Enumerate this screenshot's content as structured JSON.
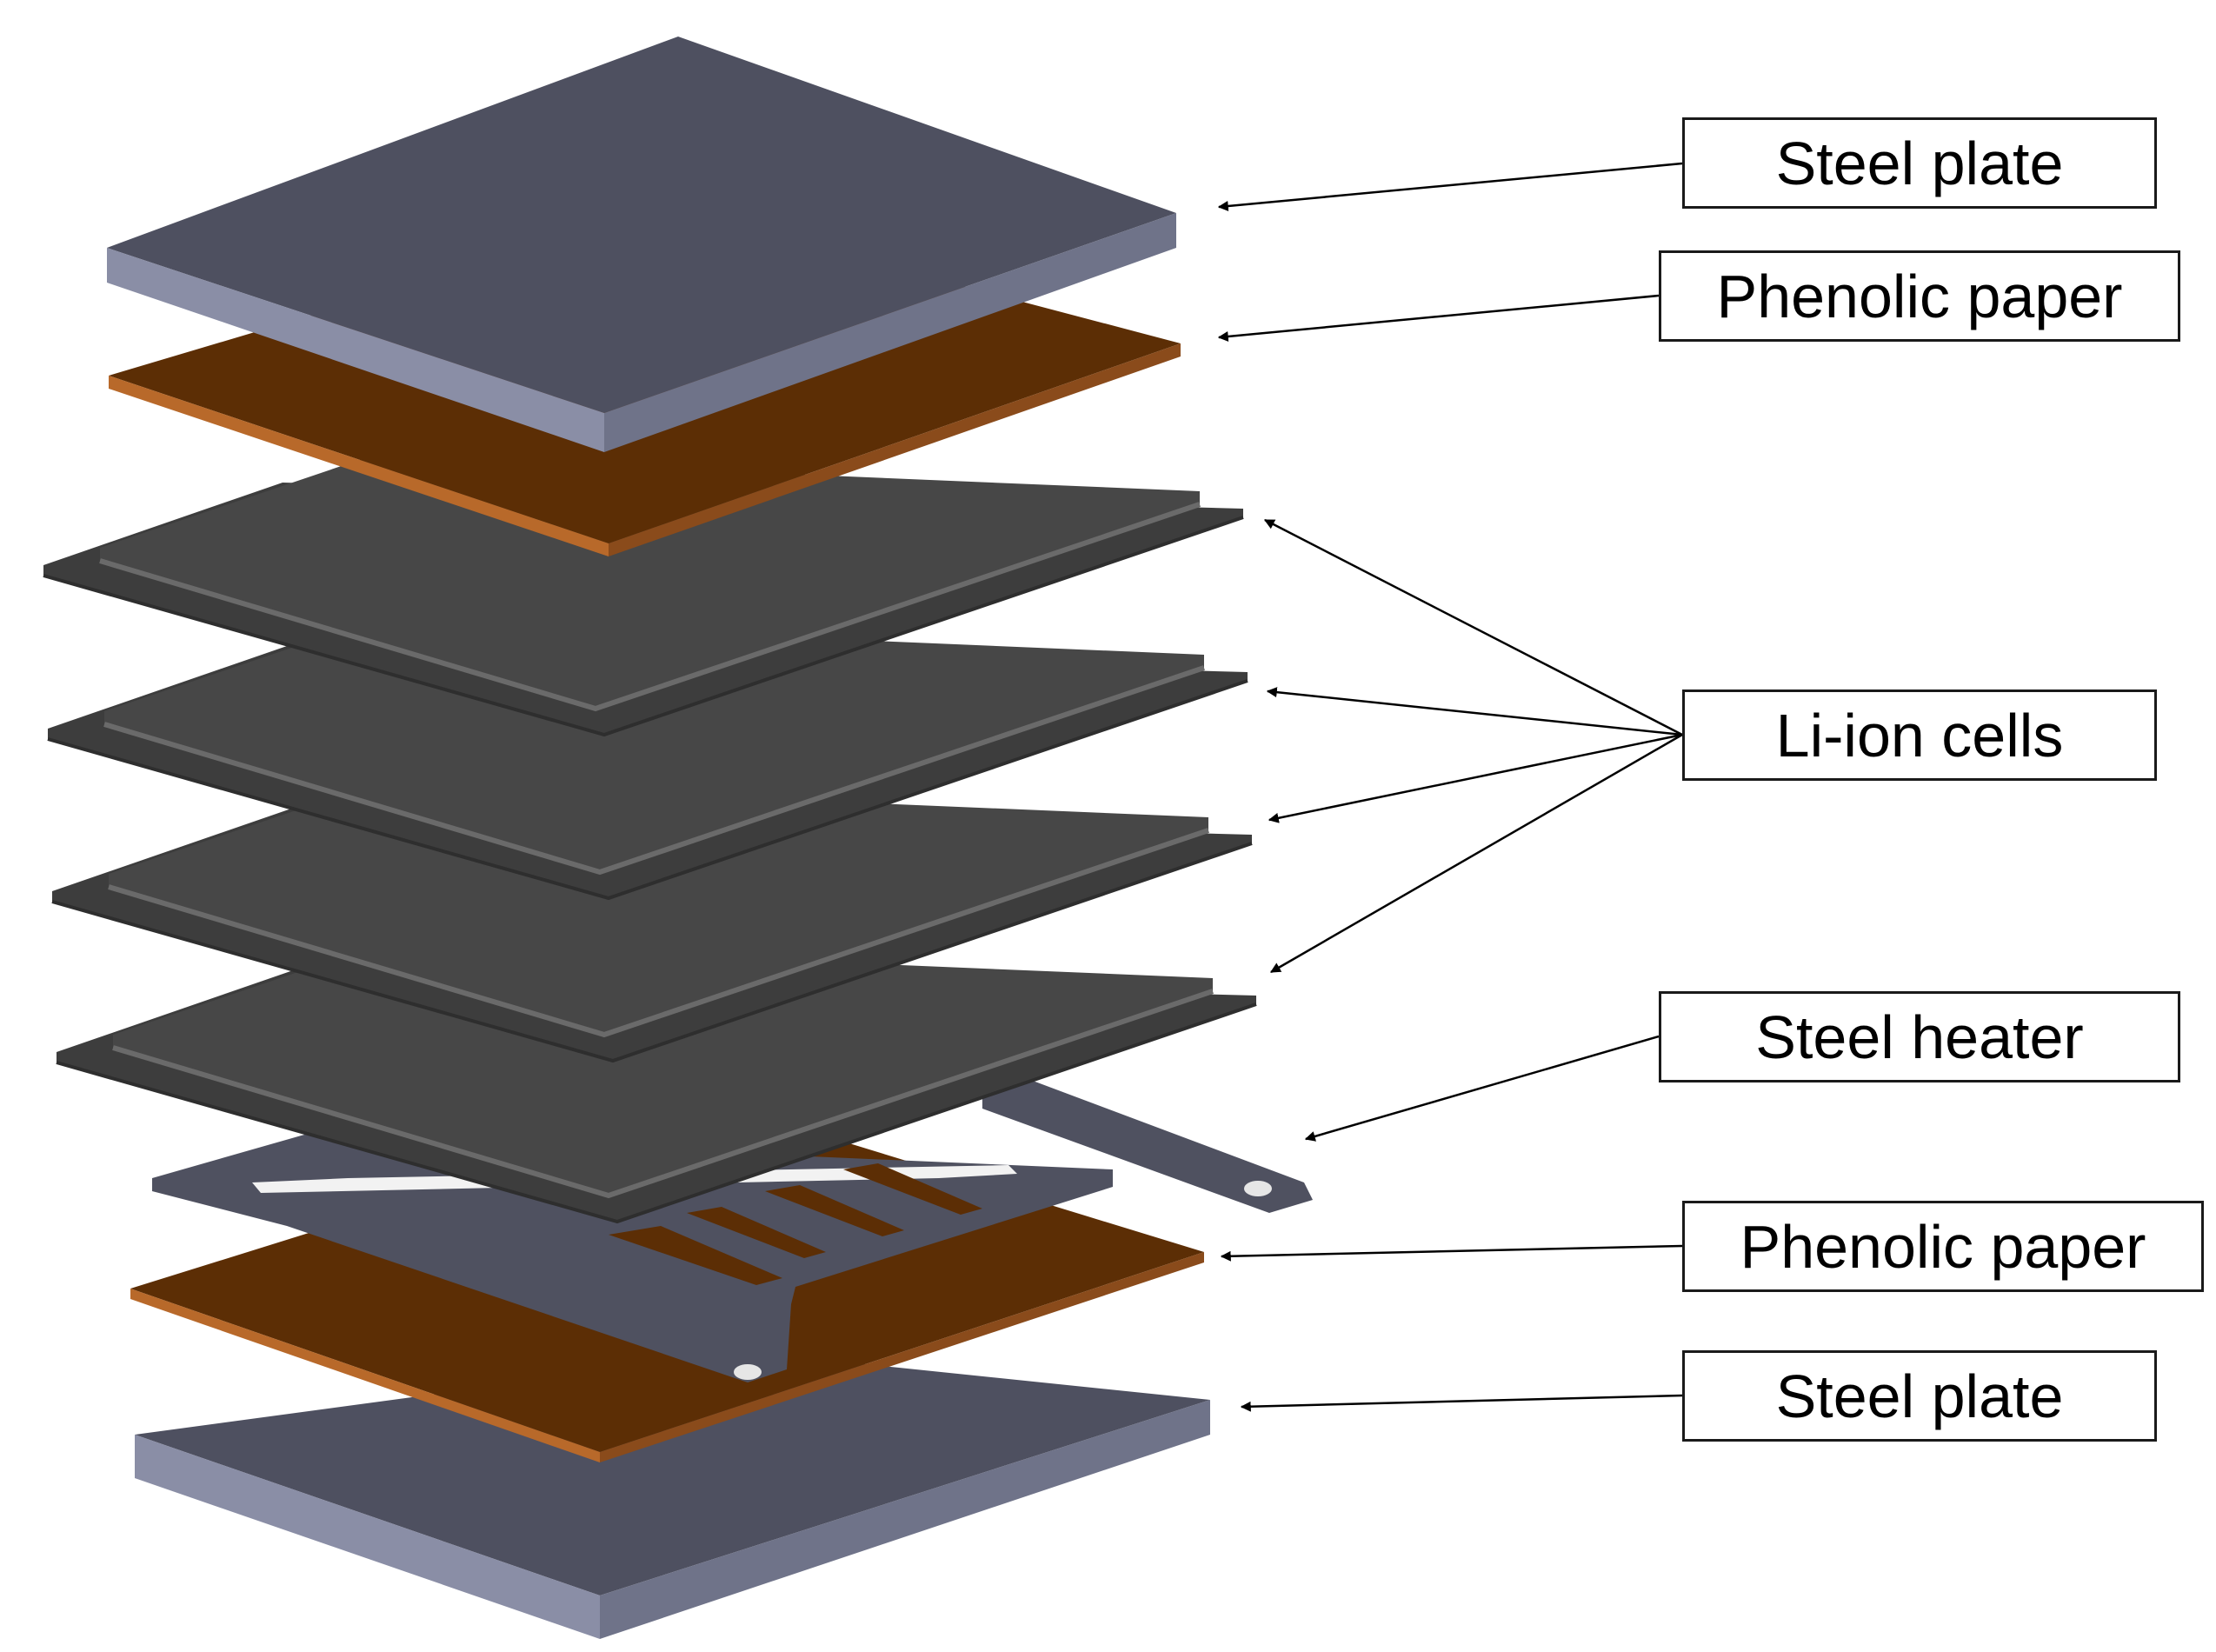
{
  "labels": {
    "steel_plate_top": "Steel plate",
    "phenolic_paper_top": "Phenolic paper",
    "li_ion_cells": "Li-ion cells",
    "steel_heater": "Steel heater",
    "phenolic_paper_bottom": "Phenolic paper",
    "steel_plate_bottom": "Steel plate"
  },
  "colors": {
    "steel_top_face": "#4e5060",
    "steel_side": "#8a8ea6",
    "steel_side_dark": "#6f7389",
    "phenolic": "#5c2e05",
    "phenolic_edge": "#b8692a",
    "cell_face": "#474747",
    "cell_edge": "#6a6a6a",
    "heater": "#4f5160",
    "arrow": "#000000"
  }
}
